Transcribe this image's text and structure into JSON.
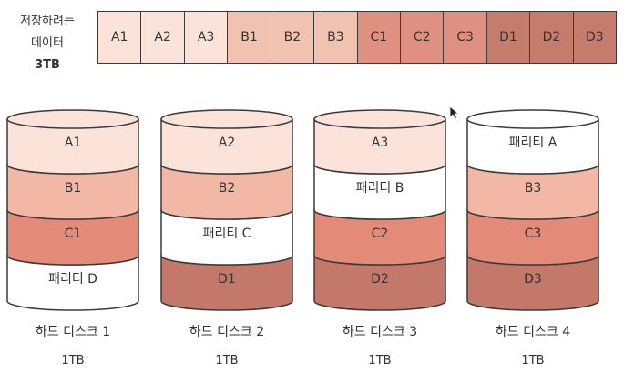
{
  "data_label": {
    "line1": "저장하려는",
    "line2": "데이터",
    "size": "3TB"
  },
  "blocks": [
    {
      "label": "A1",
      "color": "#fbe3da"
    },
    {
      "label": "A2",
      "color": "#fbe3da"
    },
    {
      "label": "A3",
      "color": "#fbe3da"
    },
    {
      "label": "B1",
      "color": "#f2c2b1"
    },
    {
      "label": "B2",
      "color": "#f2c2b1"
    },
    {
      "label": "B3",
      "color": "#f2c2b1"
    },
    {
      "label": "C1",
      "color": "#e09080"
    },
    {
      "label": "C2",
      "color": "#e09080"
    },
    {
      "label": "C3",
      "color": "#e09080"
    },
    {
      "label": "D1",
      "color": "#c57c6c"
    },
    {
      "label": "D2",
      "color": "#c57c6c"
    },
    {
      "label": "D3",
      "color": "#c57c6c"
    }
  ],
  "colors": {
    "A": "#fbe3da",
    "B": "#f2b8a5",
    "C": "#e38a79",
    "D": "#c3786a",
    "parity": "#ffffff",
    "stroke": "#3a3a3a"
  },
  "disks": [
    {
      "name": "하드 디스크 1",
      "capacity": "1TB",
      "segments": [
        {
          "label": "A1",
          "kind": "A"
        },
        {
          "label": "B1",
          "kind": "B"
        },
        {
          "label": "C1",
          "kind": "C"
        },
        {
          "label": "패리티 D",
          "kind": "parity"
        }
      ]
    },
    {
      "name": "하드 디스크 2",
      "capacity": "1TB",
      "segments": [
        {
          "label": "A2",
          "kind": "A"
        },
        {
          "label": "B2",
          "kind": "B"
        },
        {
          "label": "패리티 C",
          "kind": "parity"
        },
        {
          "label": "D1",
          "kind": "D"
        }
      ]
    },
    {
      "name": "하드 디스크 3",
      "capacity": "1TB",
      "segments": [
        {
          "label": "A3",
          "kind": "A"
        },
        {
          "label": "패리티 B",
          "kind": "parity"
        },
        {
          "label": "C2",
          "kind": "C"
        },
        {
          "label": "D2",
          "kind": "D"
        }
      ]
    },
    {
      "name": "하드 디스크 4",
      "capacity": "1TB",
      "segments": [
        {
          "label": "패리티 A",
          "kind": "parity"
        },
        {
          "label": "B3",
          "kind": "B"
        },
        {
          "label": "C3",
          "kind": "C"
        },
        {
          "label": "D3",
          "kind": "D"
        }
      ]
    }
  ]
}
